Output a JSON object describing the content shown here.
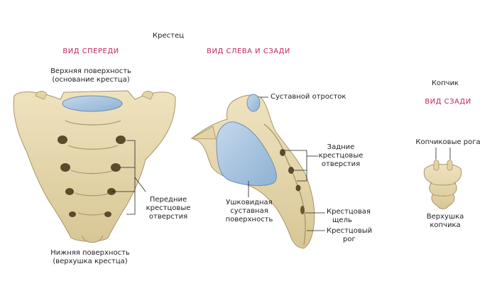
{
  "title": "Крестец",
  "views": {
    "front": "ВИД СПЕРЕДИ",
    "lateral": "ВИД СЛЕВА И СЗАДИ",
    "coccyx_title": "Копчик",
    "coccyx_view": "ВИД СЗАДИ"
  },
  "labels": {
    "upper_surface_1": "Верхняя поверхность",
    "upper_surface_2": "(основание крестца)",
    "anterior_foramina_1": "Передние",
    "anterior_foramina_2": "крестцовые",
    "anterior_foramina_3": "отверстия",
    "lower_surface_1": "Нижняя поверхность",
    "lower_surface_2": "(верхушка крестца)",
    "articular_process": "Суставной отросток",
    "posterior_foramina_1": "Задние",
    "posterior_foramina_2": "крестцовые",
    "posterior_foramina_3": "отверстия",
    "auricular_1": "Ушковидная",
    "auricular_2": "суставная",
    "auricular_3": "поверхность",
    "sacral_hiatus_1": "Крестцовая",
    "sacral_hiatus_2": "щель",
    "sacral_horn_1": "Крестцовый",
    "sacral_horn_2": "рог",
    "coccygeal_horns": "Копчиковые рога",
    "coccyx_apex_1": "Верхушка",
    "coccyx_apex_2": "копчика"
  },
  "colors": {
    "heading_accent": "#c3245e",
    "bone": "#e8d9b0",
    "bone_shadow": "#b9a677",
    "cartilage": "#a9c6e2"
  }
}
